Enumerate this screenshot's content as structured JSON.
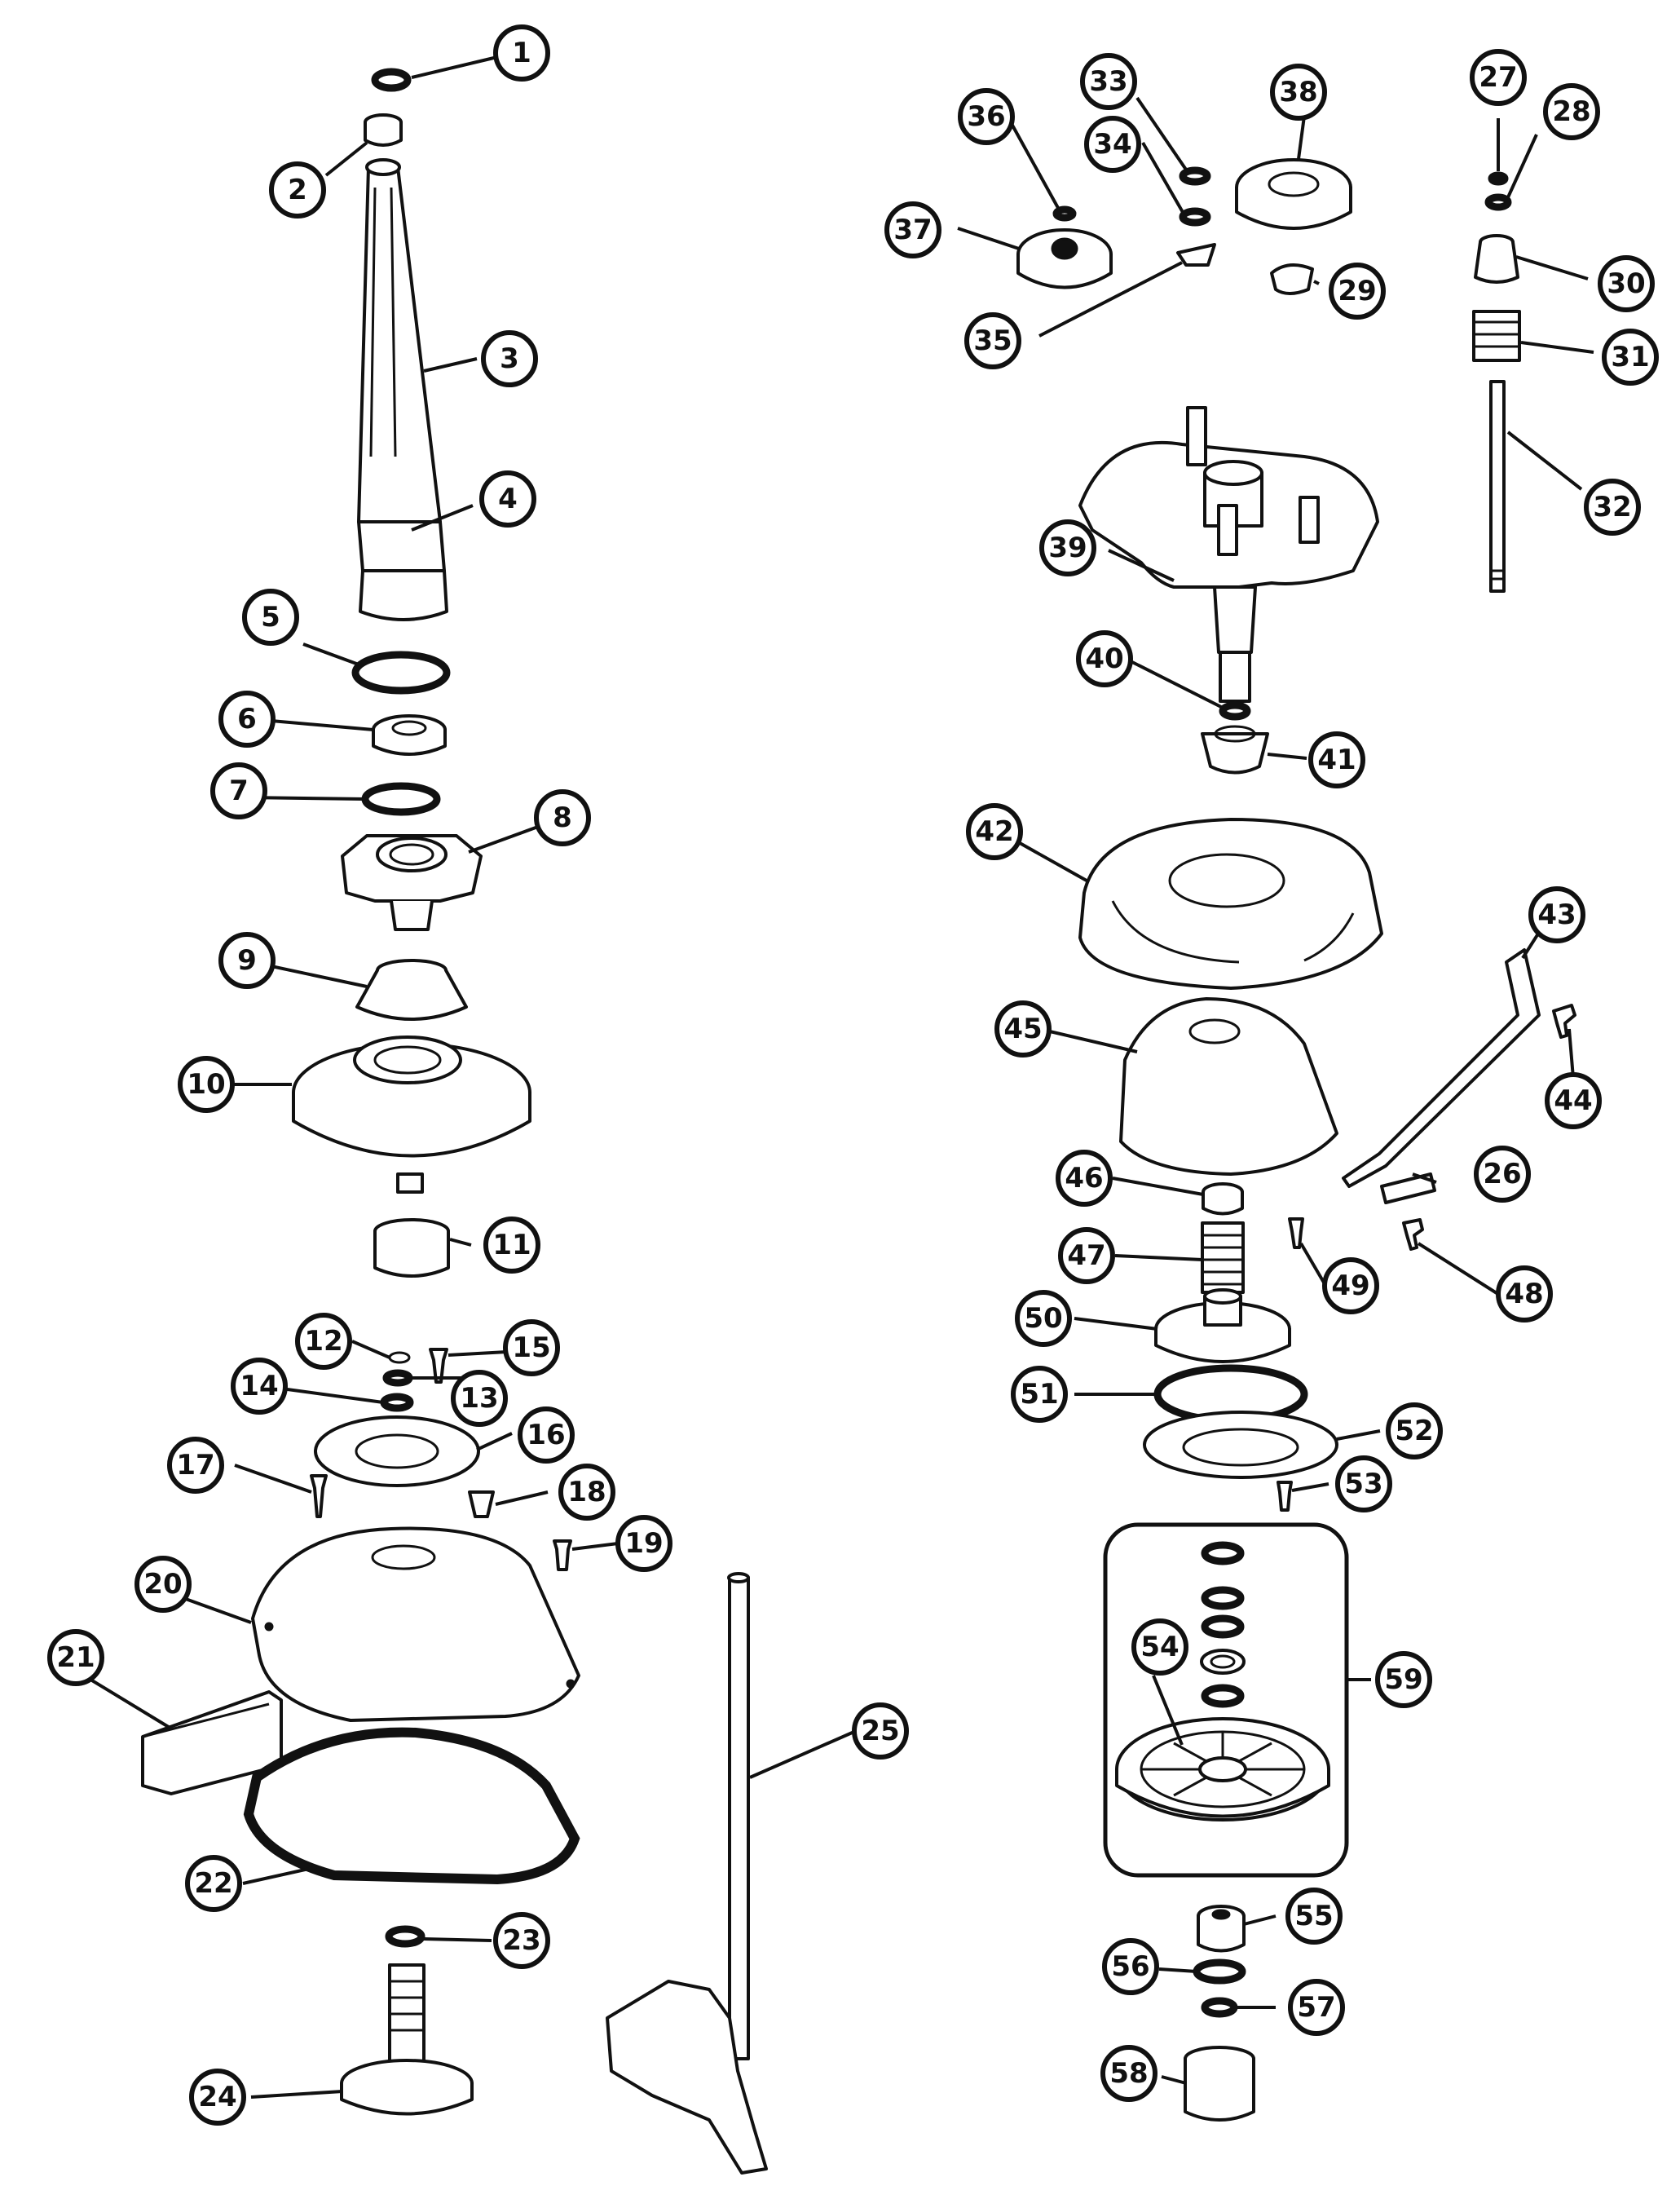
{
  "callouts": [
    {
      "id": "1",
      "label": "1"
    },
    {
      "id": "2",
      "label": "2"
    },
    {
      "id": "3",
      "label": "3"
    },
    {
      "id": "4",
      "label": "4"
    },
    {
      "id": "5",
      "label": "5"
    },
    {
      "id": "6",
      "label": "6"
    },
    {
      "id": "7",
      "label": "7"
    },
    {
      "id": "8",
      "label": "8"
    },
    {
      "id": "9",
      "label": "9"
    },
    {
      "id": "10",
      "label": "10"
    },
    {
      "id": "11",
      "label": "11"
    },
    {
      "id": "12",
      "label": "12"
    },
    {
      "id": "13",
      "label": "13"
    },
    {
      "id": "14",
      "label": "14"
    },
    {
      "id": "15",
      "label": "15"
    },
    {
      "id": "16",
      "label": "16"
    },
    {
      "id": "17",
      "label": "17"
    },
    {
      "id": "18",
      "label": "18"
    },
    {
      "id": "19",
      "label": "19"
    },
    {
      "id": "20",
      "label": "20"
    },
    {
      "id": "21",
      "label": "21"
    },
    {
      "id": "22",
      "label": "22"
    },
    {
      "id": "23",
      "label": "23"
    },
    {
      "id": "24",
      "label": "24"
    },
    {
      "id": "25",
      "label": "25"
    },
    {
      "id": "26",
      "label": "26"
    },
    {
      "id": "27",
      "label": "27"
    },
    {
      "id": "28",
      "label": "28"
    },
    {
      "id": "29",
      "label": "29"
    },
    {
      "id": "30",
      "label": "30"
    },
    {
      "id": "31",
      "label": "31"
    },
    {
      "id": "32",
      "label": "32"
    },
    {
      "id": "33",
      "label": "33"
    },
    {
      "id": "34",
      "label": "34"
    },
    {
      "id": "35",
      "label": "35"
    },
    {
      "id": "36",
      "label": "36"
    },
    {
      "id": "37",
      "label": "37"
    },
    {
      "id": "38",
      "label": "38"
    },
    {
      "id": "39",
      "label": "39"
    },
    {
      "id": "40",
      "label": "40"
    },
    {
      "id": "41",
      "label": "41"
    },
    {
      "id": "42",
      "label": "42"
    },
    {
      "id": "43",
      "label": "43"
    },
    {
      "id": "44",
      "label": "44"
    },
    {
      "id": "45",
      "label": "45"
    },
    {
      "id": "46",
      "label": "46"
    },
    {
      "id": "47",
      "label": "47"
    },
    {
      "id": "48",
      "label": "48"
    },
    {
      "id": "49",
      "label": "49"
    },
    {
      "id": "50",
      "label": "50"
    },
    {
      "id": "51",
      "label": "51"
    },
    {
      "id": "52",
      "label": "52"
    },
    {
      "id": "53",
      "label": "53"
    },
    {
      "id": "54",
      "label": "54"
    },
    {
      "id": "55",
      "label": "55"
    },
    {
      "id": "56",
      "label": "56"
    },
    {
      "id": "57",
      "label": "57"
    },
    {
      "id": "58",
      "label": "58"
    },
    {
      "id": "59",
      "label": "59"
    }
  ]
}
